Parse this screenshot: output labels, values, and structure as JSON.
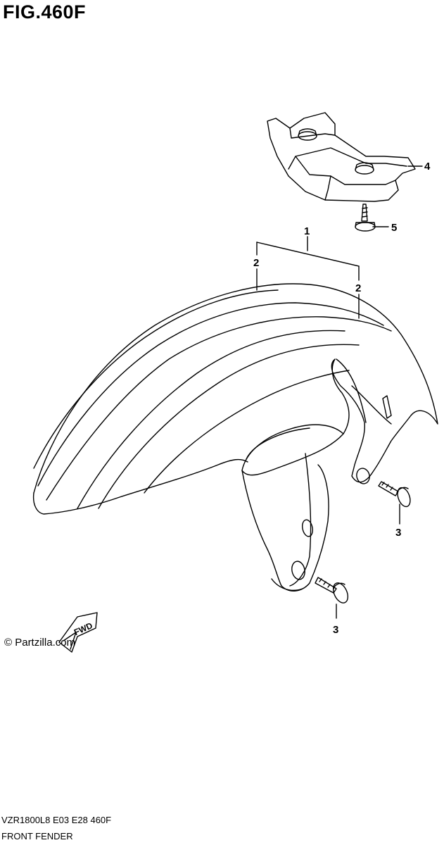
{
  "figure": {
    "title": "FIG.460F",
    "footer_code": "VZR1800L8  E03  E28  460F",
    "footer_name": "FRONT FENDER"
  },
  "callouts": {
    "part_1": "1",
    "part_2_left": "2",
    "part_2_right": "2",
    "part_3_upper": "3",
    "part_3_lower": "3",
    "part_4": "4",
    "part_5": "5"
  },
  "watermark": {
    "text": "© Partzilla.com",
    "fwd_label": "FWD"
  },
  "colors": {
    "line": "#000000",
    "background": "#ffffff"
  }
}
